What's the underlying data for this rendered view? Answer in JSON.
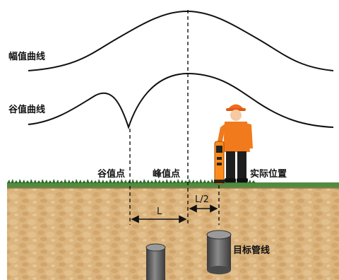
{
  "labels": {
    "amplitude_curve": "幅值曲线",
    "valley_curve": "谷值曲线",
    "valley_point": "谷值点",
    "peak_point": "峰值点",
    "actual_position": "实际位置",
    "target_pipe": "目标管线",
    "dim_L": "L",
    "dim_half_L": "L/2"
  },
  "colors": {
    "curve": "#111111",
    "soil": "#d9b27a",
    "grass": "#3f7a34",
    "pipe": "#555555",
    "person": "#f07a1c",
    "locator": "#ff8c1a"
  }
}
